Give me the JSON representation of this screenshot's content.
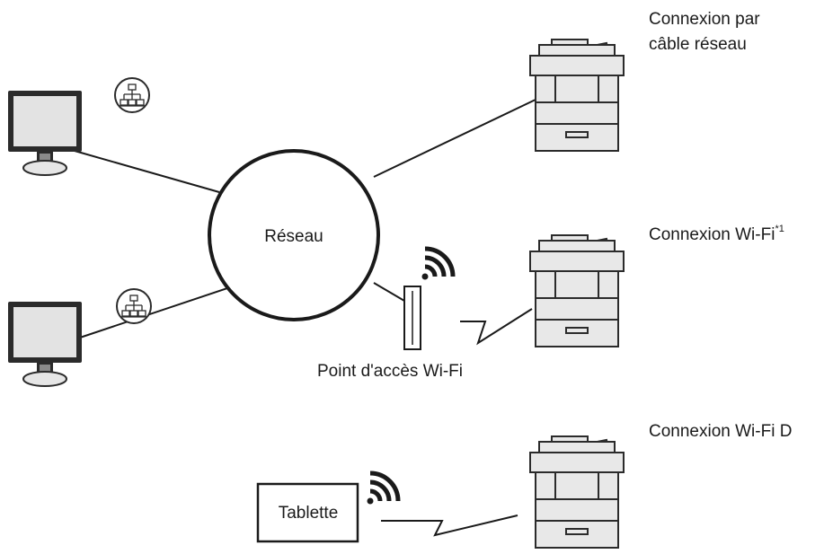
{
  "network": {
    "label": "Réseau"
  },
  "access_point": {
    "label": "Point d'accès Wi-Fi"
  },
  "tablet": {
    "label": "Tablette"
  },
  "connections": {
    "wired": {
      "line1": "Connexion par",
      "line2": "câble réseau"
    },
    "wifi": {
      "label": "Connexion Wi-Fi",
      "footnote": "*1"
    },
    "wifi_direct": {
      "label": "Connexion Wi-Fi D"
    }
  },
  "icons": {
    "computer": "desktop-monitor-icon",
    "lan": "lan-network-icon",
    "printer": "multifunction-printer-icon",
    "wifi": "wifi-signal-icon",
    "access_point": "wifi-access-point-icon",
    "tablet": "tablet-icon"
  }
}
